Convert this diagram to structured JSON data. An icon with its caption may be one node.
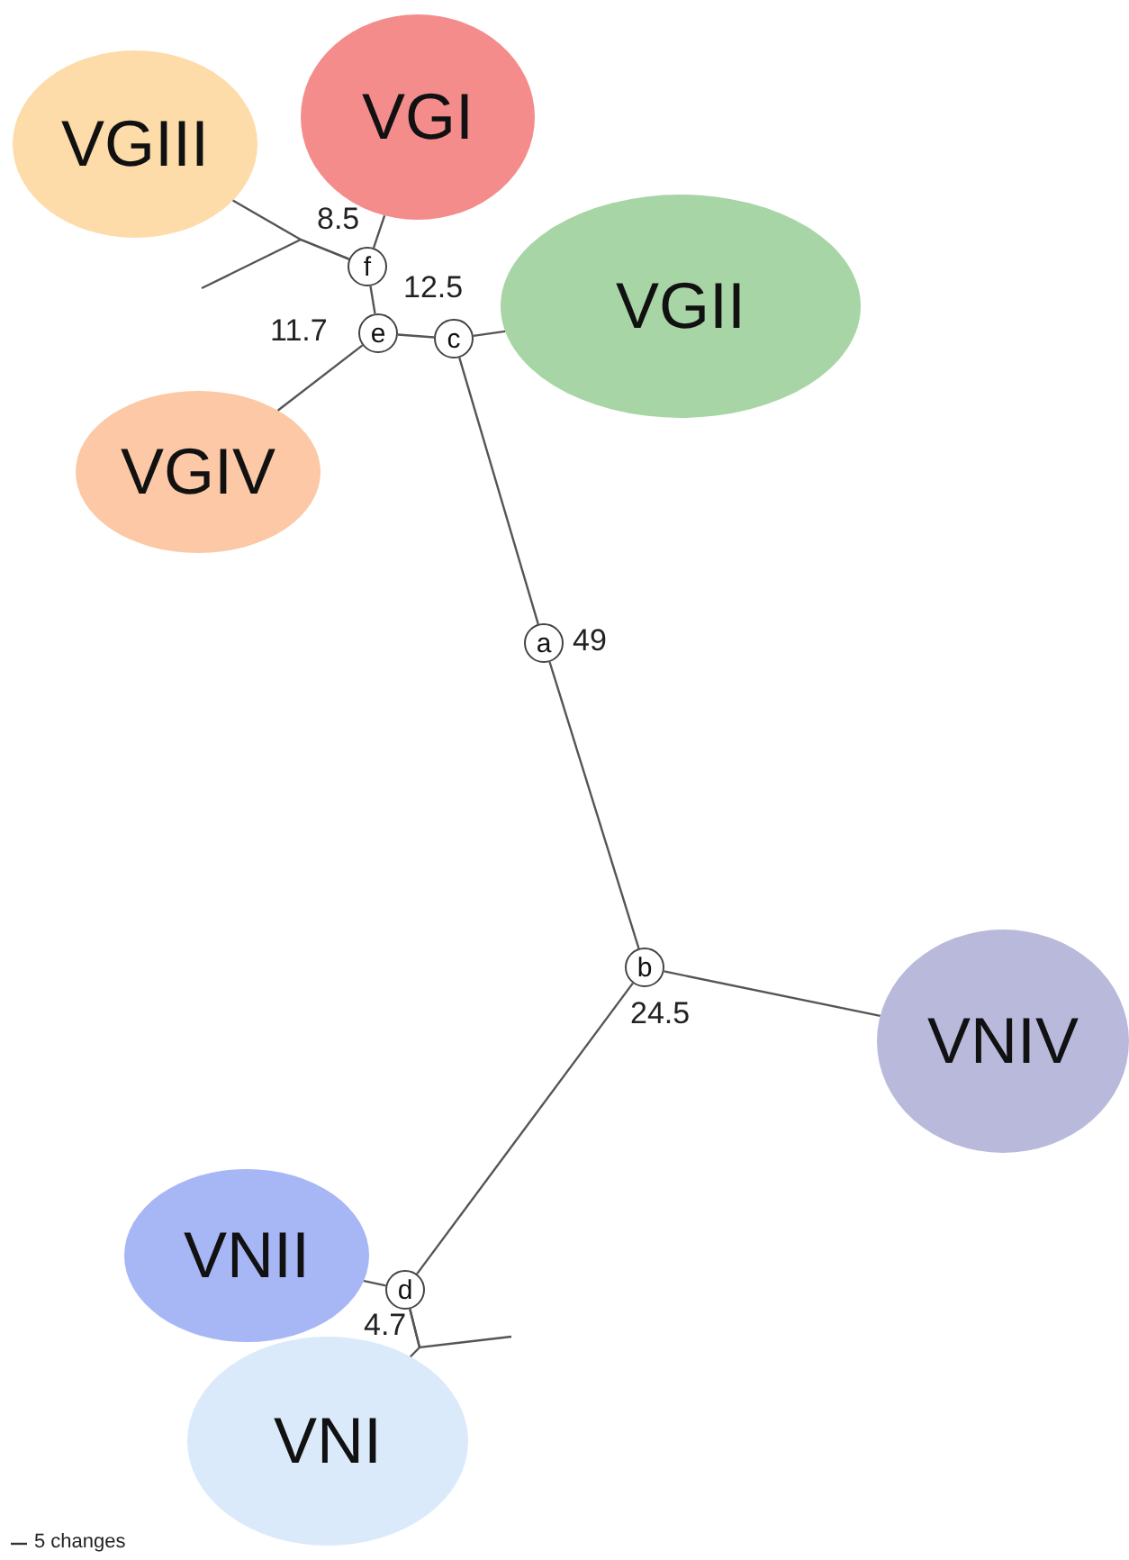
{
  "diagram": {
    "nodes": [
      {
        "text": [
          "VGIII"
        ]
      },
      {
        "text": [
          "VGI"
        ]
      },
      {
        "text": [
          "f"
        ],
        "beside": [
          "8.5"
        ]
      },
      {
        "text": [
          "VGII"
        ]
      },
      {
        "text": [
          "e"
        ],
        "beside": [
          "11.7"
        ]
      },
      {
        "text": [
          "c"
        ],
        "beside": [
          "12.5"
        ]
      },
      {
        "text": [
          "VGIV"
        ]
      },
      {
        "text": [
          "a"
        ],
        "beside": [
          "49"
        ]
      },
      {
        "text": [
          "b"
        ],
        "beside": [
          "24.5"
        ]
      },
      {
        "text": [
          "VNIV"
        ]
      },
      {
        "text": [
          "VNII"
        ]
      },
      {
        "text": [
          "d"
        ],
        "beside": [
          "4.7"
        ]
      },
      {
        "text": [
          "VNI"
        ]
      }
    ],
    "edges": [
      {
        "from": 2,
        "to": 0,
        "arrow": "none"
      },
      {
        "from": 2,
        "to": null,
        "arrow": "none"
      },
      {
        "from": 2,
        "to": 1,
        "arrow": "none"
      },
      {
        "from": 2,
        "to": 4,
        "arrow": "none"
      },
      {
        "from": 4,
        "to": 6,
        "arrow": "none"
      },
      {
        "from": 4,
        "to": 5,
        "arrow": "none"
      },
      {
        "from": 5,
        "to": 3,
        "arrow": "none"
      },
      {
        "from": 5,
        "to": 7,
        "arrow": "none"
      },
      {
        "from": 7,
        "to": 8,
        "arrow": "none"
      },
      {
        "from": 8,
        "to": 9,
        "arrow": "none"
      },
      {
        "from": 8,
        "to": 11,
        "arrow": "none"
      },
      {
        "from": 11,
        "to": 10,
        "arrow": "none"
      },
      {
        "from": 11,
        "to": 12,
        "arrow": "none"
      },
      {
        "from": 11,
        "to": null,
        "arrow": "none"
      }
    ],
    "labels": [
      "5 changes"
    ]
  }
}
